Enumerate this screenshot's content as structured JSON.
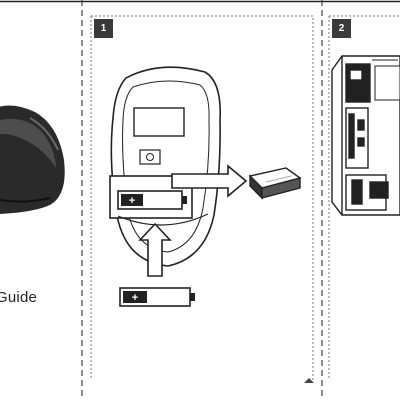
{
  "cover": {
    "caption": "Guide"
  },
  "steps": [
    {
      "number": "1"
    },
    {
      "number": "2"
    }
  ],
  "battery": {
    "polarity_symbol": "+"
  },
  "icons": [
    "mouse-photo",
    "mouse-underside-icon",
    "usb-receiver-icon",
    "battery-icon",
    "arrow-up-icon",
    "arrow-right-icon",
    "computer-tower-icon"
  ],
  "colors": {
    "ink": "#222222",
    "badge": "#3a3a3a",
    "dash": "#444444",
    "background": "#ffffff"
  }
}
